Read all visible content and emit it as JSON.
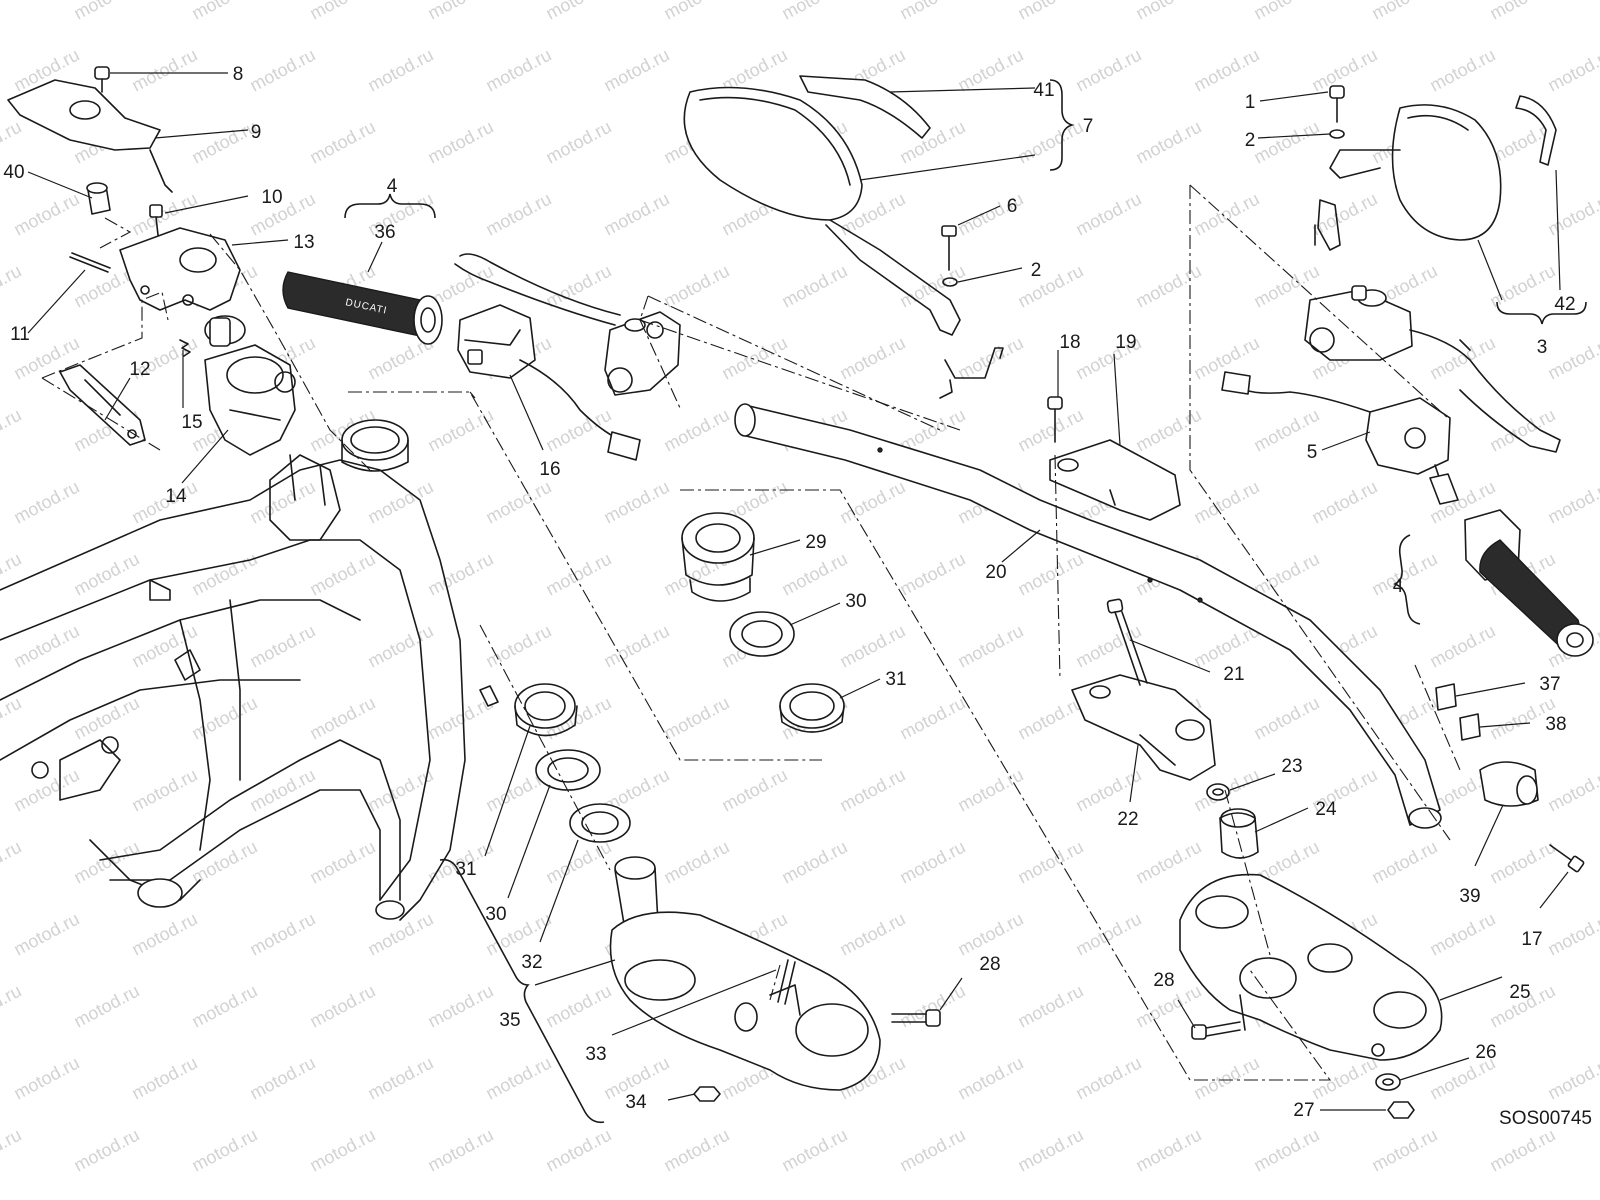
{
  "diagram": {
    "code": "SOS00745",
    "watermark": "motod.ru",
    "grip_brand": "DUCATI",
    "callouts": {
      "c1": "1",
      "c2a": "2",
      "c2b": "2",
      "c3": "3",
      "c4a": "4",
      "c4b": "4",
      "c5": "5",
      "c6": "6",
      "c7": "7",
      "c8": "8",
      "c9": "9",
      "c10": "10",
      "c11": "11",
      "c12": "12",
      "c13": "13",
      "c14": "14",
      "c15": "15",
      "c16": "16",
      "c17": "17",
      "c18": "18",
      "c19": "19",
      "c20": "20",
      "c21": "21",
      "c22": "22",
      "c23": "23",
      "c24": "24",
      "c25": "25",
      "c26": "26",
      "c27": "27",
      "c28a": "28",
      "c28b": "28",
      "c29": "29",
      "c30a": "30",
      "c30b": "30",
      "c31a": "31",
      "c31b": "31",
      "c32": "32",
      "c33": "33",
      "c34": "34",
      "c35": "35",
      "c36": "36",
      "c37": "37",
      "c38": "38",
      "c39": "39",
      "c40": "40",
      "c41": "41",
      "c42": "42"
    }
  }
}
